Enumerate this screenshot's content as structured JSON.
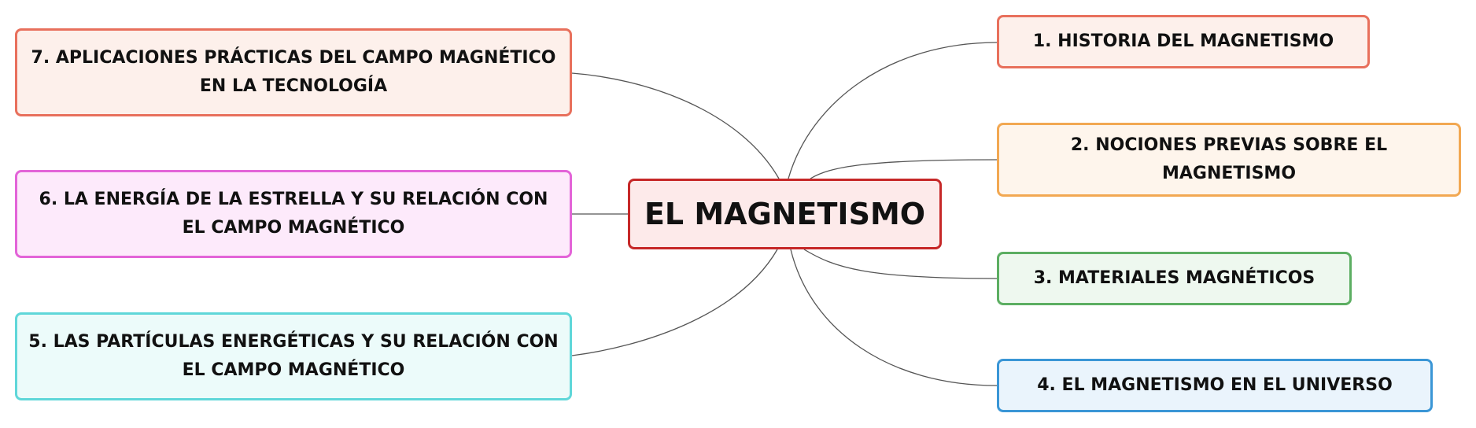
{
  "diagram": {
    "center": {
      "label": "EL MAGNETISMO",
      "fill": "#fdeaea",
      "border": "#c62828"
    },
    "branches": [
      {
        "id": "n1",
        "label": "1. HISTORIA DEL MAGNETISMO",
        "fill": "#fdf0eb",
        "border": "#e8705c"
      },
      {
        "id": "n2",
        "label": "2. NOCIONES PREVIAS SOBRE EL MAGNETISMO",
        "fill": "#fef5ec",
        "border": "#f2a852"
      },
      {
        "id": "n3",
        "label": "3. MATERIALES MAGNÉTICOS",
        "fill": "#eef8ef",
        "border": "#5cae62"
      },
      {
        "id": "n4",
        "label": "4. EL MAGNETISMO EN EL UNIVERSO",
        "fill": "#eaf4fc",
        "border": "#3a96d6"
      },
      {
        "id": "n5",
        "label": "5. LAS PARTÍCULAS ENERGÉTICAS Y SU RELACIÓN CON EL CAMPO MAGNÉTICO",
        "fill": "#ecfbfa",
        "border": "#5fd7d9"
      },
      {
        "id": "n6",
        "label": "6. LA ENERGÍA DE LA ESTRELLA Y SU RELACIÓN CON EL CAMPO MAGNÉTICO",
        "fill": "#fdeafb",
        "border": "#e364d8"
      },
      {
        "id": "n7",
        "label": "7. APLICACIONES PRÁCTICAS DEL CAMPO MAGNÉTICO EN LA TECNOLOGÍA",
        "fill": "#fdf0eb",
        "border": "#e8705c"
      }
    ],
    "connector_color": "#555555"
  }
}
